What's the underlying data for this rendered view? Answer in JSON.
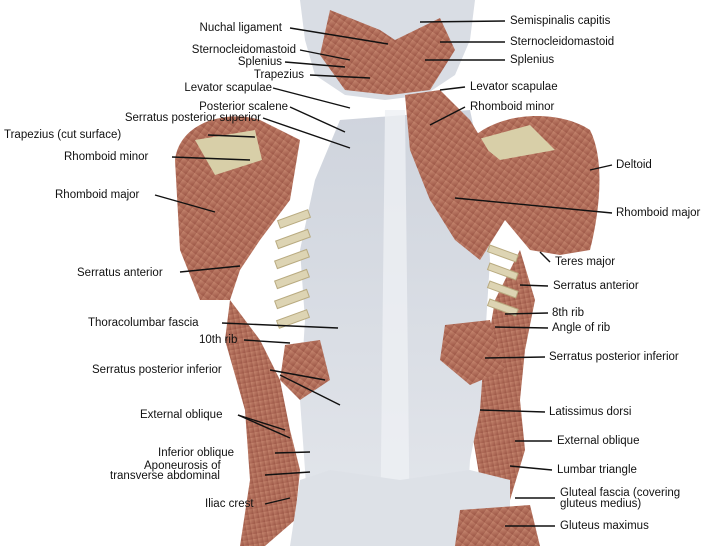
{
  "labels_left": [
    {
      "id": "nuchal-ligament",
      "text": "Nuchal ligament"
    },
    {
      "id": "sternocleidomastoid-left",
      "text": "Sternocleidomastoid"
    },
    {
      "id": "splenius-left",
      "text": "Splenius"
    },
    {
      "id": "trapezius",
      "text": "Trapezius"
    },
    {
      "id": "levator-scapulae-left",
      "text": "Levator scapulae"
    },
    {
      "id": "posterior-scalene",
      "text": "Posterior scalene"
    },
    {
      "id": "serratus-posterior-superior",
      "text": "Serratus posterior superior"
    },
    {
      "id": "trapezius-cut-surface",
      "text": "Trapezius (cut surface)"
    },
    {
      "id": "rhomboid-minor-left",
      "text": "Rhomboid minor"
    },
    {
      "id": "rhomboid-major-left",
      "text": "Rhomboid major"
    },
    {
      "id": "serratus-anterior-left",
      "text": "Serratus anterior"
    },
    {
      "id": "thoracolumbar-fascia",
      "text": "Thoracolumbar fascia"
    },
    {
      "id": "tenth-rib",
      "text": "10th rib"
    },
    {
      "id": "serratus-posterior-inferior-left",
      "text": "Serratus posterior inferior"
    },
    {
      "id": "external-oblique-left",
      "text": "External oblique"
    },
    {
      "id": "inferior-oblique",
      "text": "Inferior oblique"
    },
    {
      "id": "aponeurosis-line1",
      "text": "Aponeurosis of"
    },
    {
      "id": "aponeurosis-line2",
      "text": "transverse abdominal"
    },
    {
      "id": "iliac-crest",
      "text": "Iliac crest"
    }
  ],
  "labels_right": [
    {
      "id": "semispinalis-capitis",
      "text": "Semispinalis capitis"
    },
    {
      "id": "sternocleidomastoid-right",
      "text": "Sternocleidomastoid"
    },
    {
      "id": "splenius-right",
      "text": "Splenius"
    },
    {
      "id": "levator-scapulae-right",
      "text": "Levator scapulae"
    },
    {
      "id": "rhomboid-minor-right",
      "text": "Rhomboid minor"
    },
    {
      "id": "deltoid",
      "text": "Deltoid"
    },
    {
      "id": "rhomboid-major-right",
      "text": "Rhomboid major"
    },
    {
      "id": "teres-major",
      "text": "Teres major"
    },
    {
      "id": "serratus-anterior-right",
      "text": "Serratus anterior"
    },
    {
      "id": "eighth-rib",
      "text": "8th rib"
    },
    {
      "id": "angle-of-rib",
      "text": "Angle of rib"
    },
    {
      "id": "serratus-posterior-inferior-right",
      "text": "Serratus posterior inferior"
    },
    {
      "id": "latissimus-dorsi",
      "text": "Latissimus dorsi"
    },
    {
      "id": "external-oblique-right",
      "text": "External oblique"
    },
    {
      "id": "lumbar-triangle",
      "text": "Lumbar triangle"
    },
    {
      "id": "gluteal-fascia-line1",
      "text": "Gluteal fascia (covering"
    },
    {
      "id": "gluteal-fascia-line2",
      "text": "gluteus medius)"
    },
    {
      "id": "gluteus-maximus",
      "text": "Gluteus maximus"
    }
  ],
  "colors": {
    "muscle": "#b9735e",
    "muscle_dark": "#8e4a3a",
    "fascia": "#d7dbe3",
    "fascia_light": "#e6e9ee",
    "rib": "#ddd4b3",
    "line": "#111111"
  }
}
